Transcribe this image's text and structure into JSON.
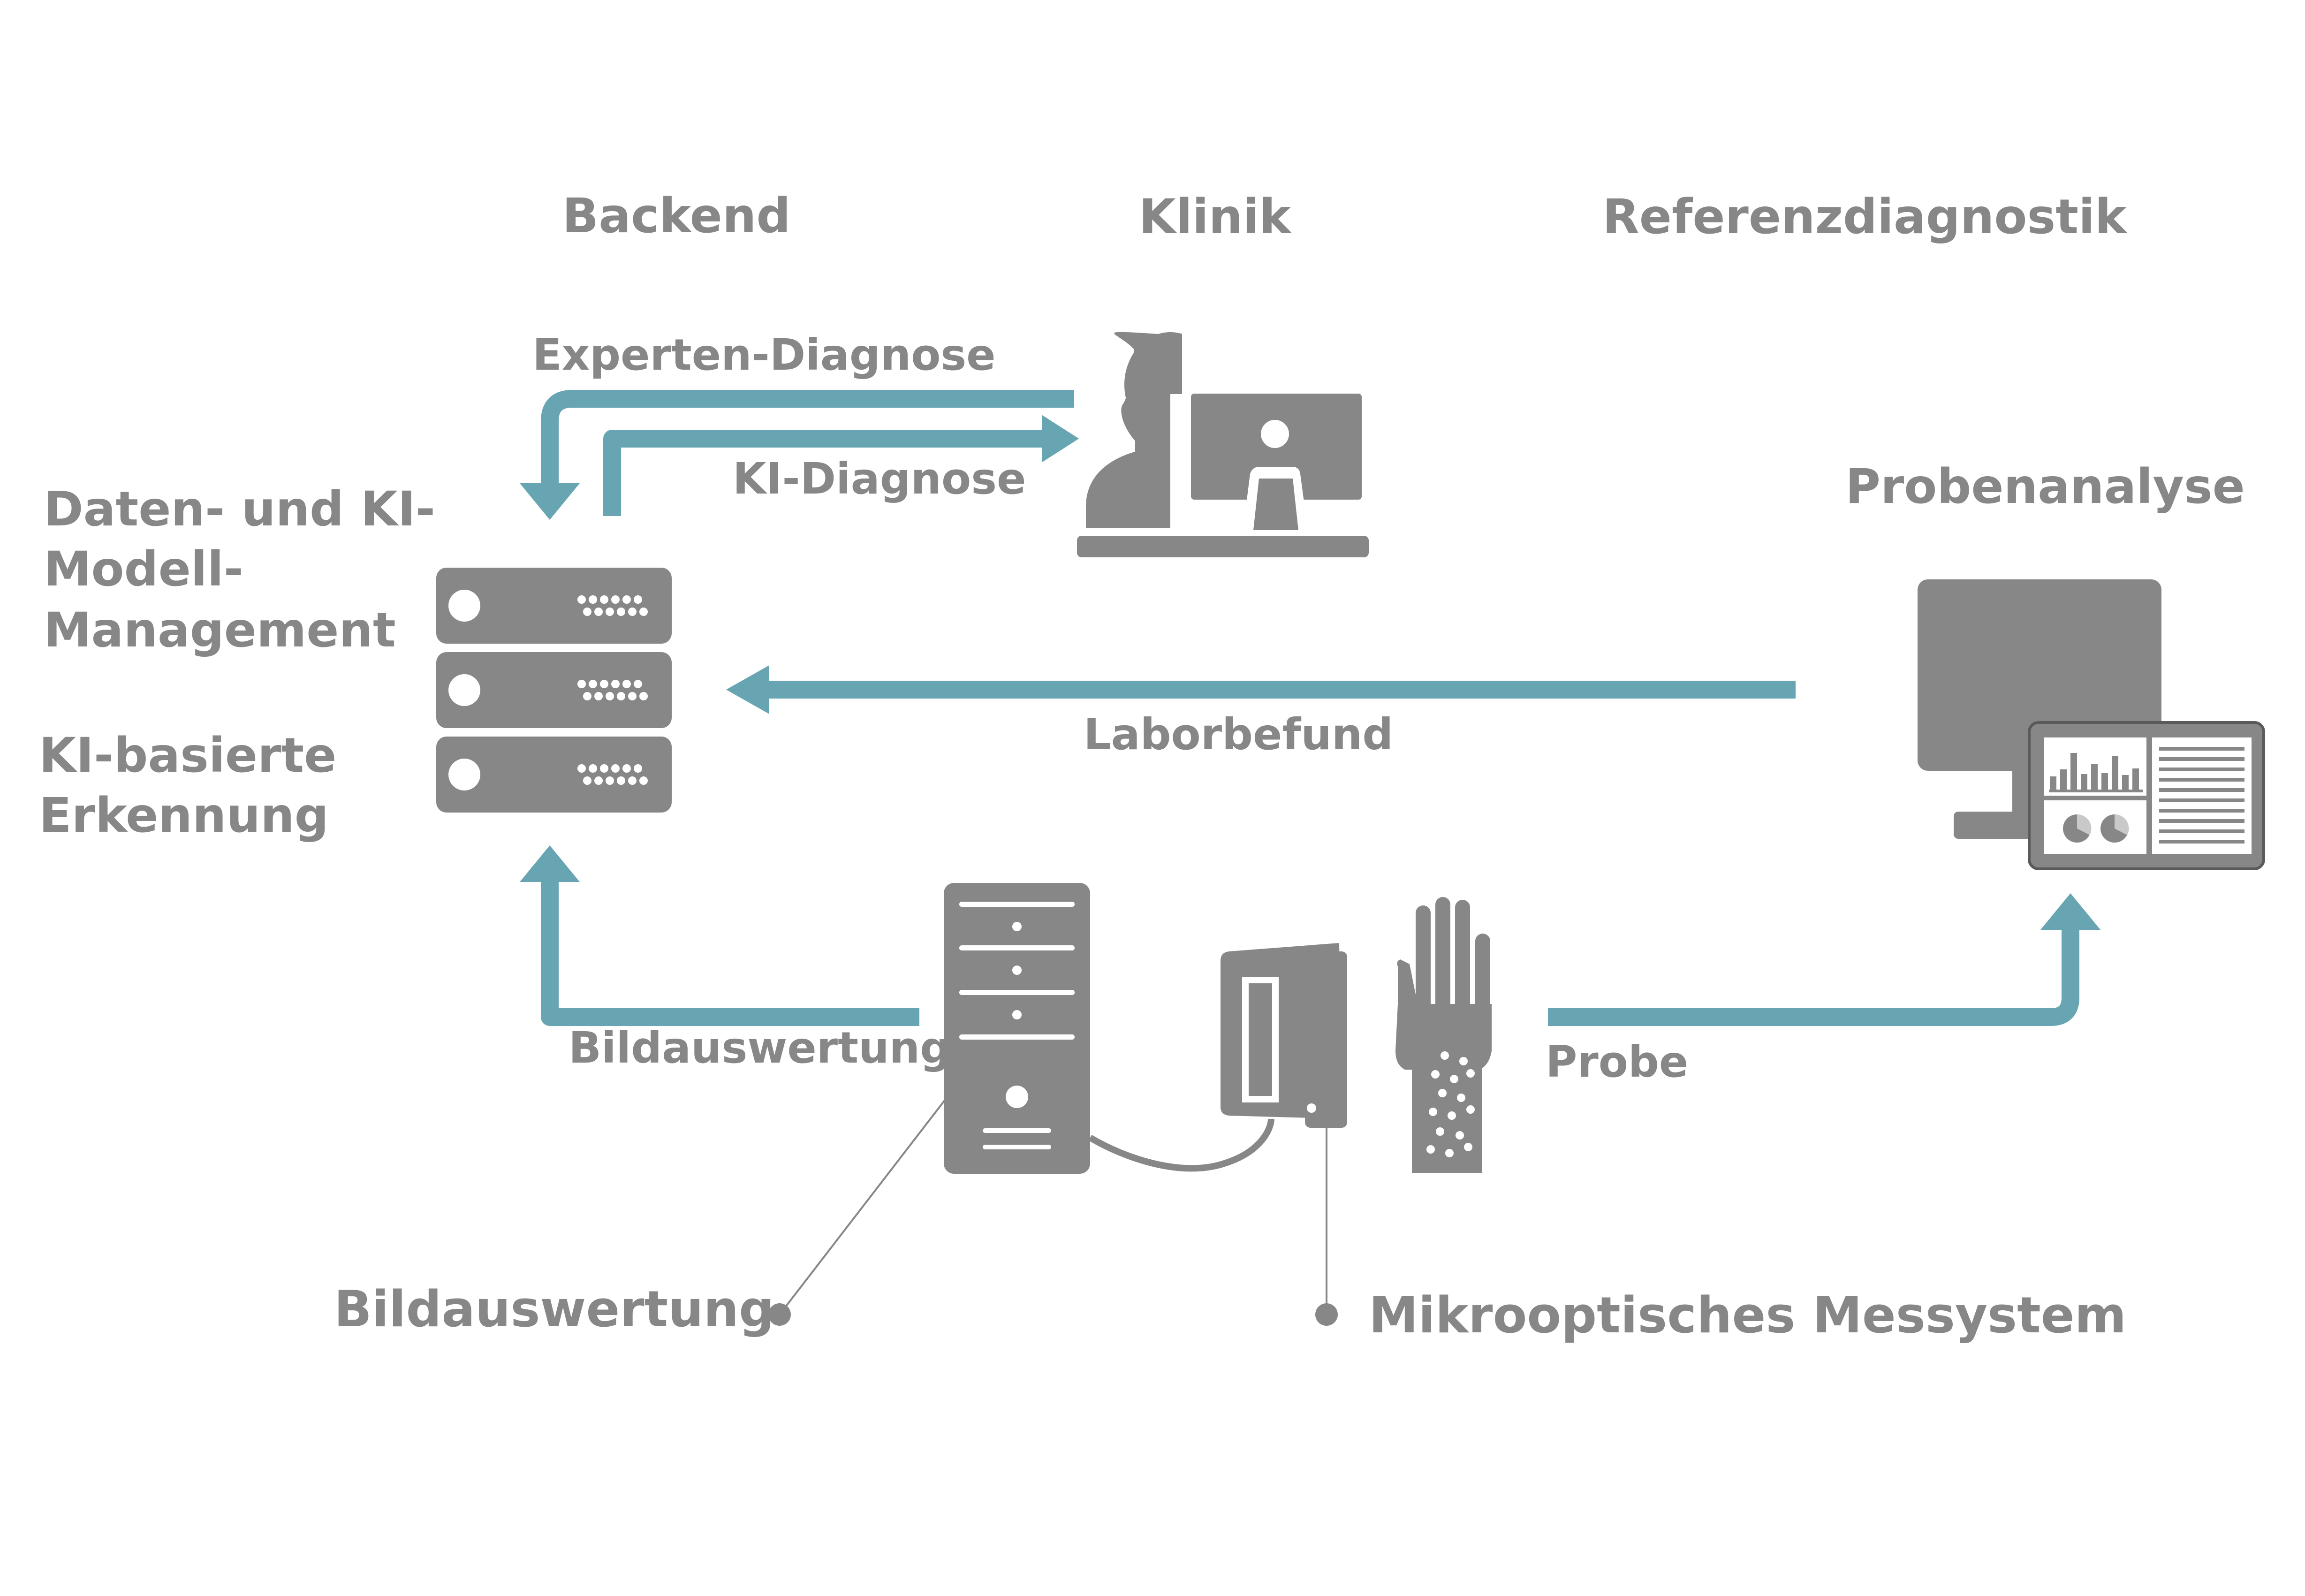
{
  "headers": {
    "backend": "Backend",
    "klinik": "Klinik",
    "referenz": "Referenzdiagnostik"
  },
  "labels": {
    "daten_line1": "Daten- und KI-",
    "daten_line2": "Modell-",
    "daten_line3": "Management",
    "ki_line1": "KI-basierte",
    "ki_line2": "Erkennung",
    "probenanalyse": "Probenanalyse"
  },
  "arrows": {
    "experten": "Experten-Diagnose",
    "ki_diagnose": "KI-Diagnose",
    "laborbefund": "Laborbefund",
    "bildauswertung": "Bildauswertung",
    "probe": "Probe"
  },
  "callouts": {
    "bildauswertung": "Bildauswertung",
    "messsystem": "Mikrooptisches Messystem"
  },
  "colors": {
    "arrow": "#67a5b2",
    "icon": "#878787",
    "text": "#878787"
  }
}
